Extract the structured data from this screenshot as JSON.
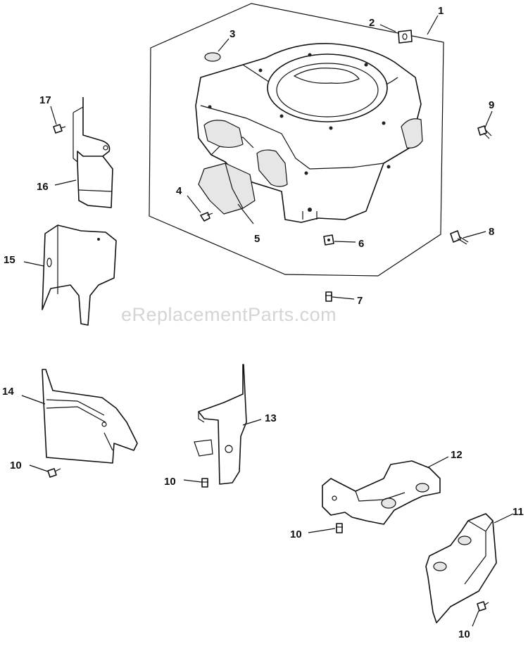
{
  "watermark": "eReplacementParts.com",
  "callouts": {
    "c1": "1",
    "c2": "2",
    "c3": "3",
    "c4": "4",
    "c5": "5",
    "c6": "6",
    "c7": "7",
    "c8": "8",
    "c9": "9",
    "c10a": "10",
    "c10b": "10",
    "c10c": "10",
    "c10d": "10",
    "c11": "11",
    "c12": "12",
    "c13": "13",
    "c14": "14",
    "c15": "15",
    "c16": "16",
    "c17": "17"
  }
}
